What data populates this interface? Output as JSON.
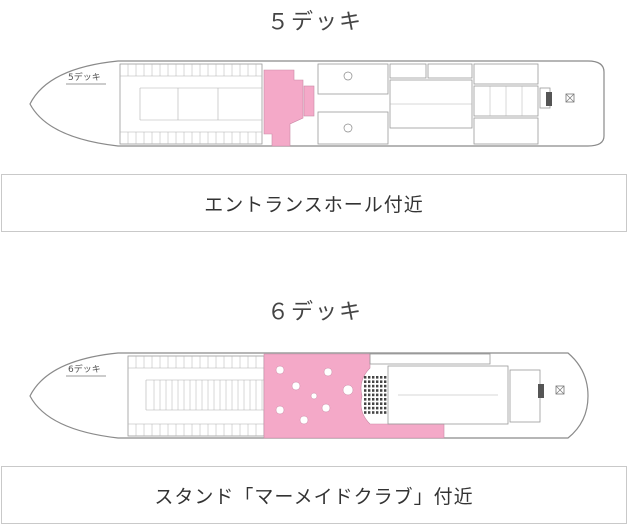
{
  "sections": [
    {
      "deck_title": "５デッキ",
      "hull_label": "5デッキ",
      "caption": "エントランスホール付近"
    },
    {
      "deck_title": "６デッキ",
      "hull_label": "6デッキ",
      "caption": "スタンド「マーメイドクラブ」付近"
    }
  ],
  "colors": {
    "highlight": "#f4a9c8",
    "hull_outline": "#8a8a8a",
    "room_lines": "#9a9a9a"
  }
}
